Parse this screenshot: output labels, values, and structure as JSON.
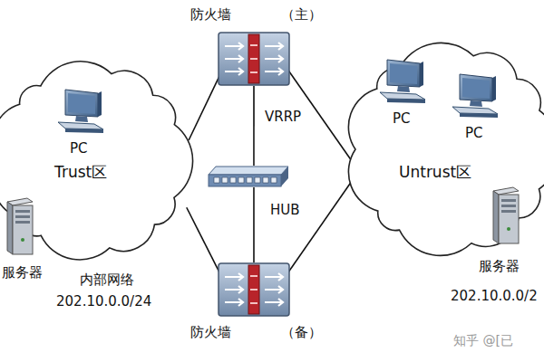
{
  "diagram": {
    "nodes": [
      {
        "text": [
          "Trust区"
        ]
      },
      {
        "text": [
          "PC"
        ],
        "in": 0
      },
      {
        "text": [
          "服务器"
        ],
        "in": 0
      },
      {
        "text": [
          "防火墙",
          "（主）"
        ]
      },
      {
        "text": [
          "HUB"
        ]
      },
      {
        "text": [
          "防火墙",
          "（备）"
        ]
      },
      {
        "text": [
          "Untrust区"
        ]
      },
      {
        "text": [
          "PC"
        ],
        "in": 6
      },
      {
        "text": [
          "PC"
        ],
        "in": 6
      },
      {
        "text": [
          "服务器"
        ],
        "in": 6
      }
    ],
    "edges": [
      {
        "from": 0,
        "to": 3,
        "arrow": "none"
      },
      {
        "from": 0,
        "to": 5,
        "arrow": "none"
      },
      {
        "from": 3,
        "to": 6,
        "arrow": "none"
      },
      {
        "from": 5,
        "to": 6,
        "arrow": "none"
      },
      {
        "from": 3,
        "to": 4,
        "arrow": "none"
      },
      {
        "from": 4,
        "to": 5,
        "arrow": "none"
      }
    ],
    "labels": [
      "VRRP",
      "内部网络",
      "202.10.0.0/24",
      "202.10.0.0/2",
      "知乎 @[已"
    ]
  }
}
